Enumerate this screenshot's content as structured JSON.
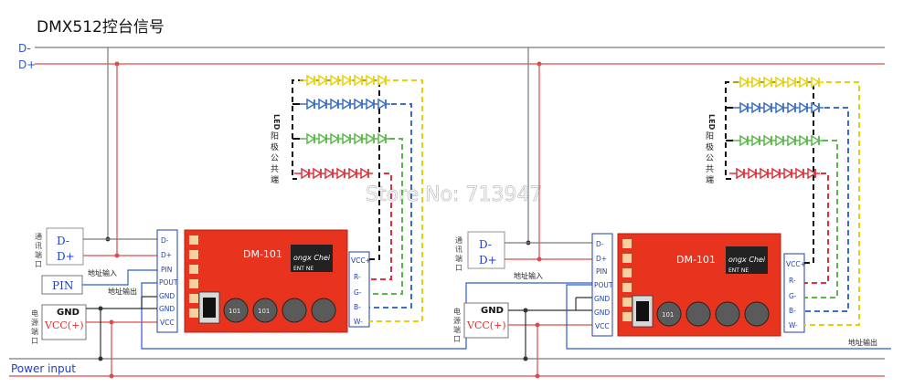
{
  "title": "DMX512控台信号",
  "bus": {
    "d_minus": "D-",
    "d_plus": "D+"
  },
  "power_input": "Power input",
  "watermark": "Store No: 713947",
  "led_note": {
    "latin": "LED",
    "cjk": [
      "阳",
      "极",
      "公",
      "共",
      "端"
    ]
  },
  "comm_port": [
    "通",
    "讯",
    "端",
    "口"
  ],
  "power_port": [
    "电",
    "源",
    "端",
    "口"
  ],
  "address_in": "地址输入",
  "address_out": "地址输出",
  "pin_box": "PIN",
  "gnd_box": "GND",
  "vcc_box": "VCC(+)",
  "left_pins": [
    "D-",
    "D+",
    "PIN",
    "POUT",
    "GND",
    "GND",
    "VCC"
  ],
  "right_pins": [
    "VCC+",
    "R-",
    "G-",
    "B-",
    "W-"
  ],
  "board": {
    "model": "DM-101",
    "cap_text_1": "ongx Chei",
    "cap_text_2": "ENT   NE",
    "inductor_label": "101"
  },
  "colors": {
    "bus_gray": "#7a7a7a",
    "bus_red": "#e04a4a",
    "wire_blue": "#2a5bd7",
    "board_red": "#e8331f",
    "led_yellow": "#e6d20a",
    "led_blue": "#3a6ec8",
    "led_green": "#58b848",
    "led_red": "#e0323a",
    "led_black": "#111111",
    "pin_blue": "#1f3fae"
  }
}
